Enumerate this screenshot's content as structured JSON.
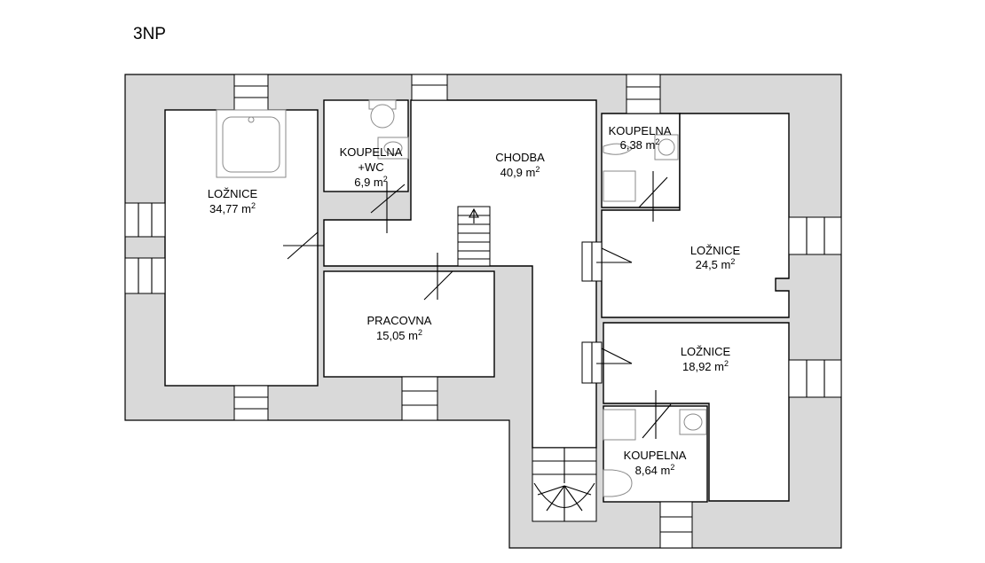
{
  "plan": {
    "floor_label": "3NP",
    "rooms": [
      {
        "id": "loznice-1",
        "name": "LOŽNICE",
        "area": "34,77 m"
      },
      {
        "id": "koupelna-wc",
        "name": "KOUPELNA",
        "name2": "+WC",
        "area": "6,9 m"
      },
      {
        "id": "chodba",
        "name": "CHODBA",
        "area": "40,9 m"
      },
      {
        "id": "koupelna-1",
        "name": "KOUPELNA",
        "area": "6,38 m"
      },
      {
        "id": "loznice-2",
        "name": "LOŽNICE",
        "area": "24,5 m"
      },
      {
        "id": "pracovna",
        "name": "PRACOVNA",
        "area": "15,05 m"
      },
      {
        "id": "loznice-3",
        "name": "LOŽNICE",
        "area": "18,92 m"
      },
      {
        "id": "koupelna-2",
        "name": "KOUPELNA",
        "area": "8,64 m"
      }
    ],
    "unit_superscript": "2",
    "colors": {
      "wall": "#d9d9d9",
      "room": "#ffffff",
      "line": "#000000",
      "fixture": "#8a8a8a"
    }
  }
}
